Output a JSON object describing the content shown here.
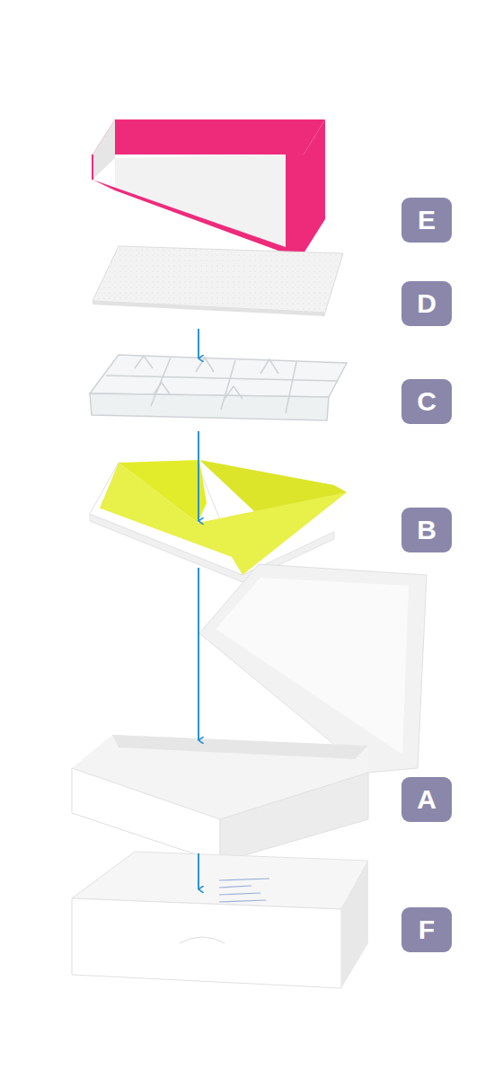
{
  "diagram": {
    "nodes": [
      {
        "text": [
          "E"
        ]
      },
      {
        "text": [
          "D"
        ]
      },
      {
        "text": [
          "C"
        ]
      },
      {
        "text": [
          "B"
        ]
      },
      {
        "text": [
          "A"
        ]
      },
      {
        "text": [
          "F"
        ]
      }
    ]
  }
}
